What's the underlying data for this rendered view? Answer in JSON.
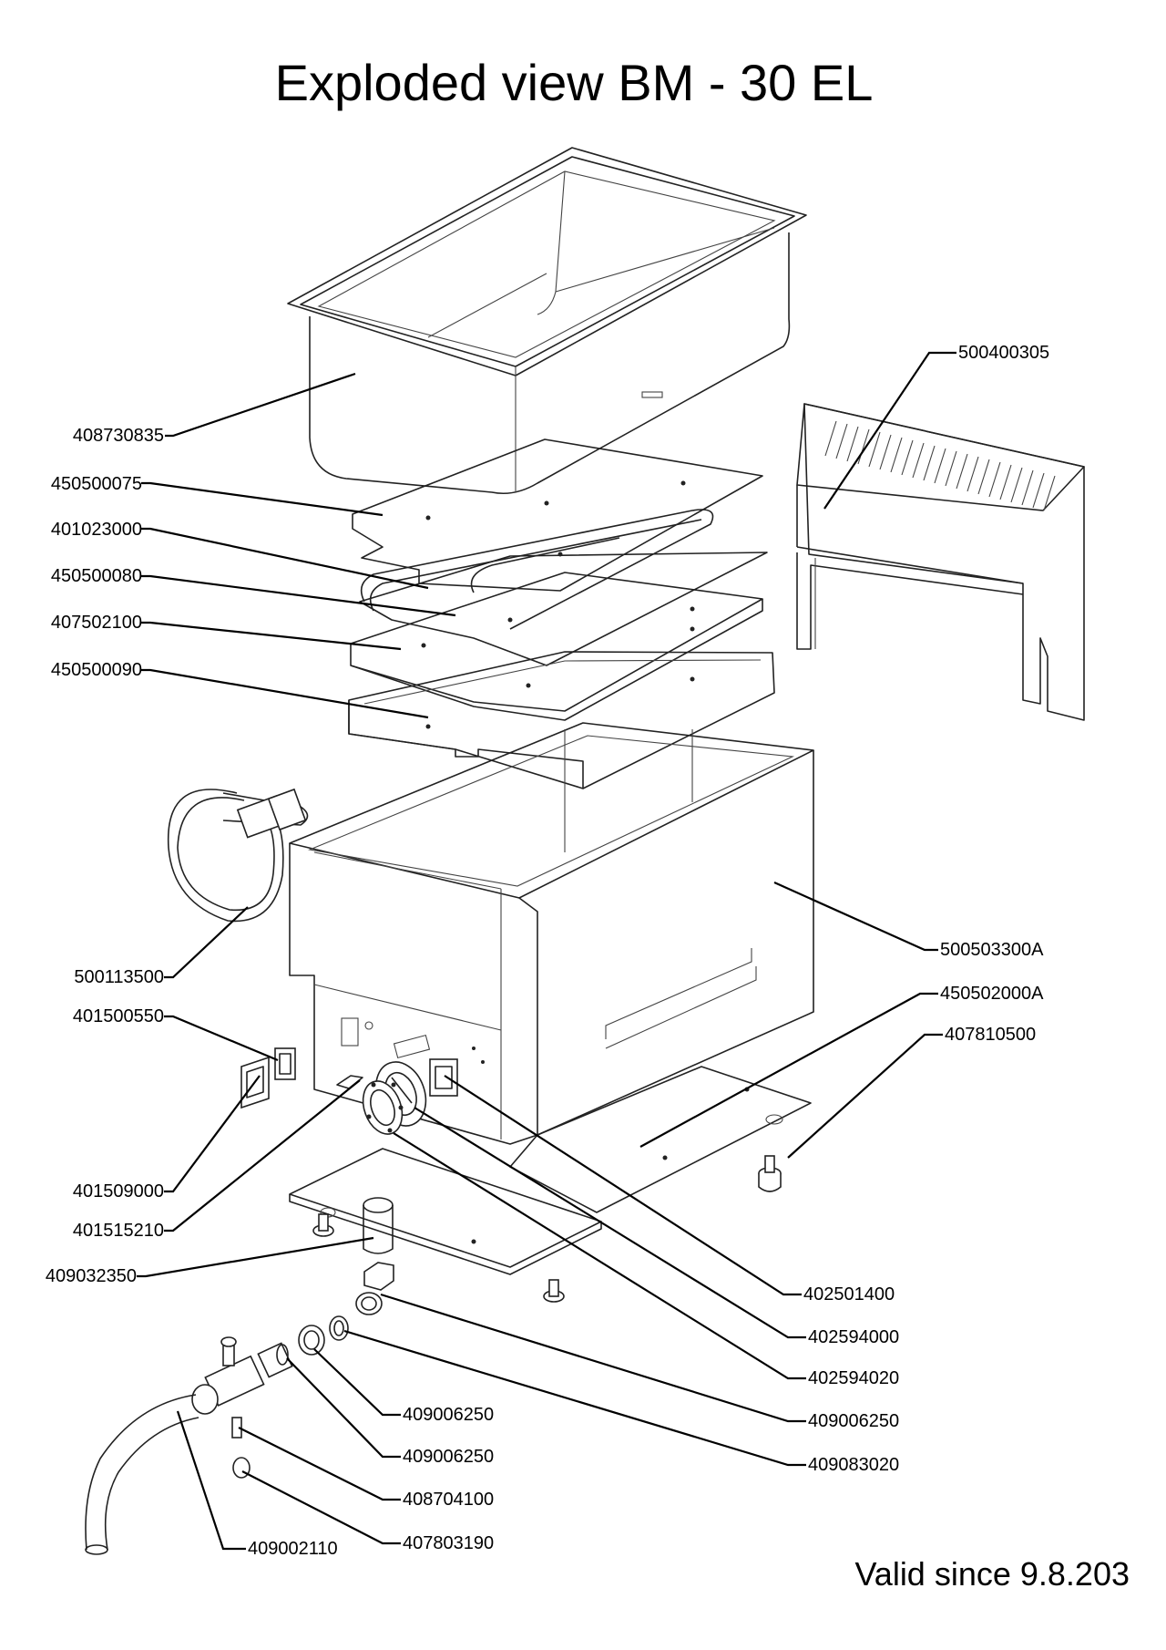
{
  "title": "Exploded view BM - 30 EL",
  "footer": "Valid since 9.8.203",
  "labels": {
    "p408730835": "408730835",
    "p450500075": "450500075",
    "p401023000": "401023000",
    "p450500080": "450500080",
    "p407502100": "407502100",
    "p450500090": "450500090",
    "p500400305": "500400305",
    "p500113500": "500113500",
    "p401500550": "401500550",
    "p500503300A": "500503300A",
    "p450502000A": "450502000A",
    "p407810500": "407810500",
    "p401509000": "401509000",
    "p401515210": "401515210",
    "p409032350": "409032350",
    "p402501400": "402501400",
    "p402594000": "402594000",
    "p402594020": "402594020",
    "p409006250a": "409006250",
    "p409006250b": "409006250",
    "p409006250c": "409006250",
    "p409083020": "409083020",
    "p408704100": "408704100",
    "p407803190": "407803190",
    "p409002110": "409002110"
  }
}
